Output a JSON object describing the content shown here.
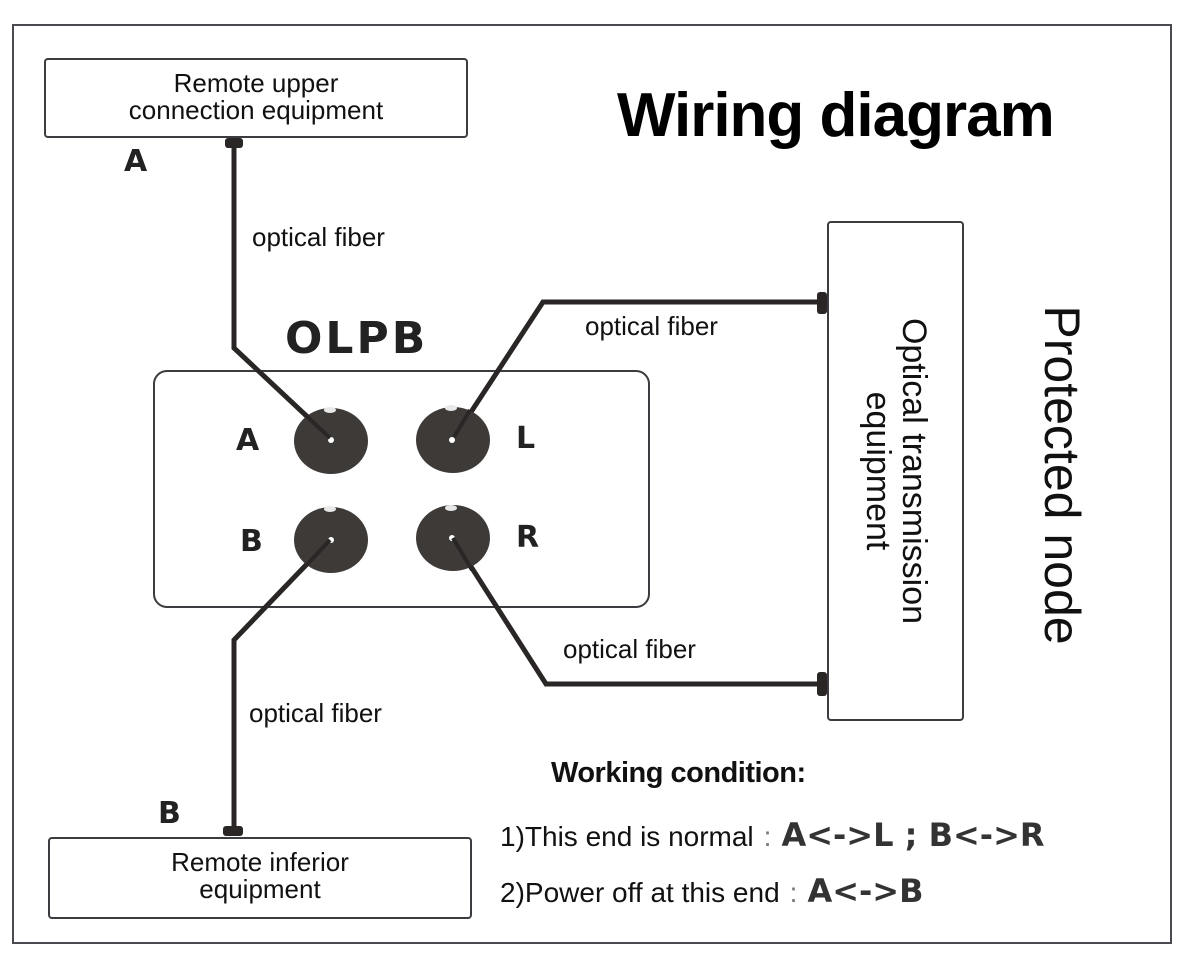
{
  "title": "Wiring diagram",
  "side_label": "Protected node",
  "boxes": {
    "upper": {
      "line1": "Remote upper",
      "line2": "connection equipment",
      "port": "A"
    },
    "inferior": {
      "line1": "Remote inferior",
      "line2": "equipment",
      "port": "B"
    },
    "otn": {
      "line1": "Optical transmission",
      "line2": "equipment"
    }
  },
  "olpb": {
    "title": "OLPB",
    "ports": {
      "a": "A",
      "l": "L",
      "b": "B",
      "r": "R"
    }
  },
  "fiber_labels": {
    "top_left": "optical fiber",
    "top_right": "optical fiber",
    "bottom_right": "optical fiber",
    "bottom_left": "optical fiber"
  },
  "working_condition": {
    "title": "Working condition:",
    "rows": [
      {
        "label": "1)This end is normal",
        "sep": ":",
        "mapping": "A<->L ; B<->R"
      },
      {
        "label": "2)Power off at this end",
        "sep": ":",
        "mapping": "A<->B"
      }
    ]
  },
  "colors": {
    "line": "#2a2626",
    "port_fill": "#3d3a38",
    "border": "#3c3c40"
  }
}
